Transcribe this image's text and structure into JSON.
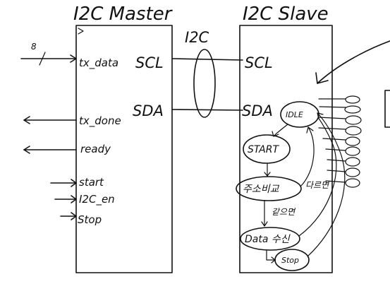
{
  "master": {
    "title": "I2C Master",
    "ports": {
      "tx_data": "tx_data",
      "scl": "SCL",
      "sda": "SDA",
      "tx_done": "tx_done",
      "ready": "ready",
      "start": "start",
      "i2c_en": "I2C_en",
      "stop": "Stop"
    },
    "bus_width": "8"
  },
  "bus": {
    "label": "I2C"
  },
  "slave": {
    "title": "I2C Slave",
    "ports": {
      "scl": "SCL",
      "sda": "SDA"
    },
    "fsm": {
      "idle": "IDLE",
      "start": "START",
      "addr_compare": "주소비교",
      "data_rx": "Data 수신",
      "stop": "Stop"
    },
    "transitions": {
      "different": "다르면",
      "same": "같으면"
    }
  }
}
